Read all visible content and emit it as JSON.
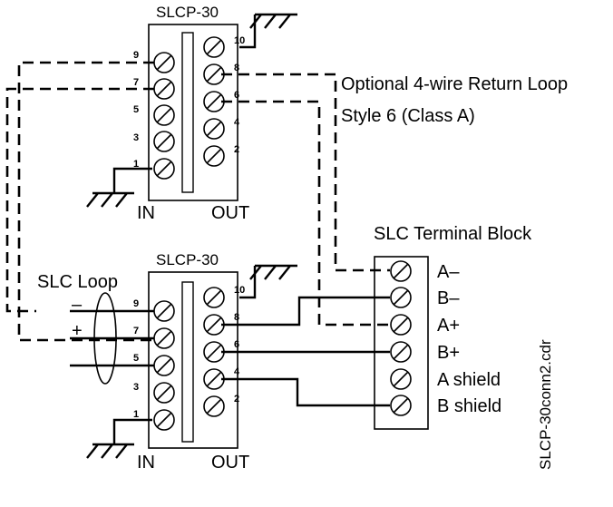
{
  "module_top": {
    "title": "SLCP-30",
    "left_terminals": [
      "9",
      "7",
      "5",
      "3",
      "1"
    ],
    "right_terminals": [
      "10",
      "8",
      "6",
      "4",
      "2"
    ],
    "in_label": "IN",
    "out_label": "OUT"
  },
  "module_bottom": {
    "title": "SLCP-30",
    "left_terminals": [
      "9",
      "7",
      "5",
      "3",
      "1"
    ],
    "right_terminals": [
      "10",
      "8",
      "6",
      "4",
      "2"
    ],
    "in_label": "IN",
    "out_label": "OUT"
  },
  "optional_note": {
    "line1": "Optional 4-wire Return Loop",
    "line2": "Style 6 (Class A)"
  },
  "terminal_block": {
    "title": "SLC Terminal Block",
    "terminals": [
      "A–",
      "B–",
      "A+",
      "B+",
      "A shield",
      "B shield"
    ]
  },
  "slc_loop": {
    "label": "SLC Loop",
    "minus": "–",
    "plus": "+"
  },
  "drawing_id": "SLCP-30conn2.cdr"
}
